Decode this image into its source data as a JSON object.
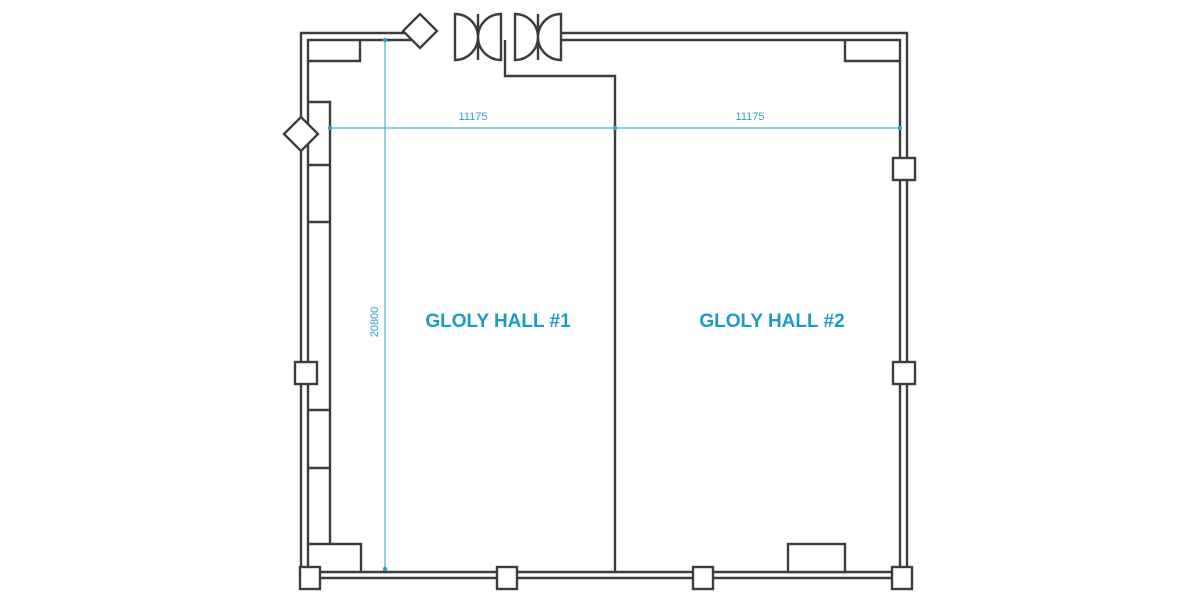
{
  "colors": {
    "dimension": "#2aa0c8",
    "hall_label": "#1a9cc4",
    "wall": "#3d3d3d"
  },
  "halls": [
    {
      "label": "GLOLY HALL #1"
    },
    {
      "label": "GLOLY HALL #2"
    }
  ],
  "dimensions": {
    "hall_1_width": "11175",
    "hall_2_width": "11175",
    "depth": "20800"
  },
  "icons": {
    "door": "double-swing-door-icon",
    "column": "column-square-icon",
    "diamond": "diamond-column-icon"
  }
}
